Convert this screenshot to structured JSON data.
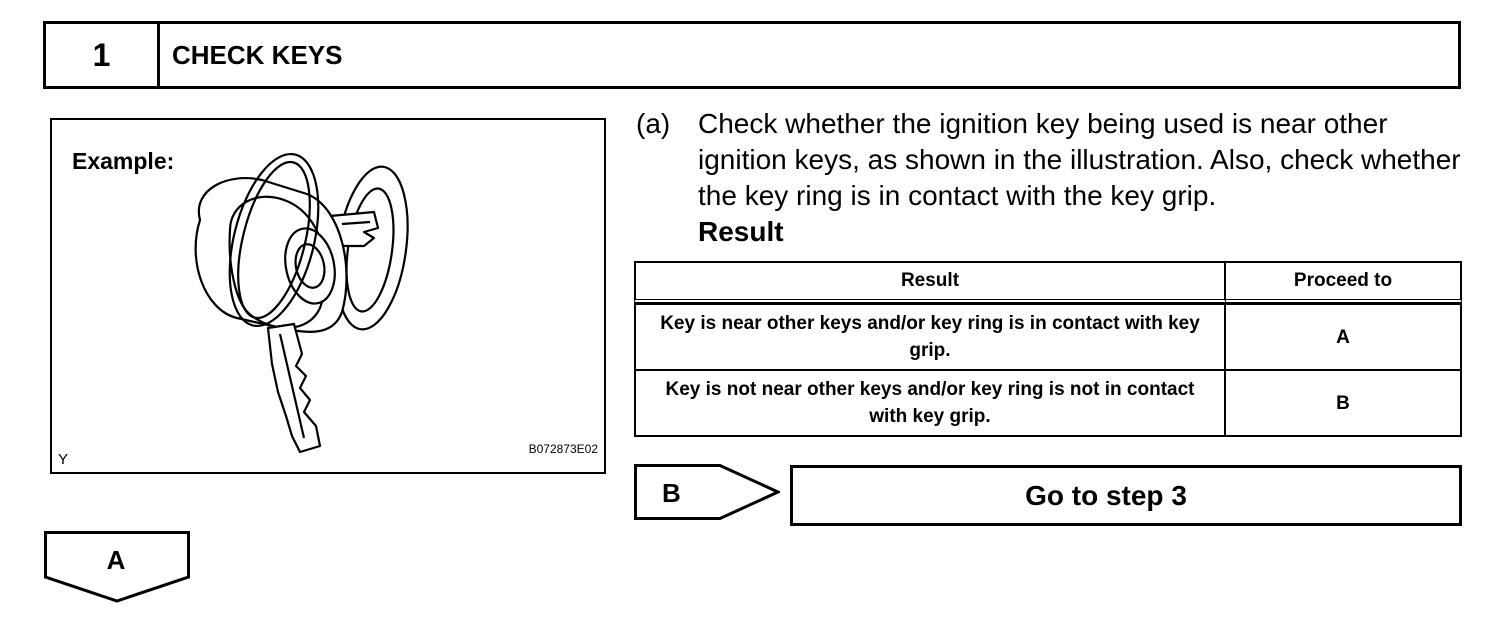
{
  "step": {
    "number": "1",
    "title": "CHECK KEYS"
  },
  "illustration": {
    "label": "Example:",
    "corner_letter": "Y",
    "code": "B072873E02"
  },
  "instruction": {
    "label": "(a)",
    "text": "Check whether the ignition key being used is near other ignition keys, as shown in the illustration. Also, check whether the key ring is in contact with the key grip.",
    "result_heading": "Result"
  },
  "result_table": {
    "headers": [
      "Result",
      "Proceed to"
    ],
    "rows": [
      {
        "result": "Key is near other keys and/or key ring is in contact with key grip.",
        "proceed": "A"
      },
      {
        "result": "Key is not near other keys and/or key ring is not in contact with key grip.",
        "proceed": "B"
      }
    ]
  },
  "branches": {
    "b_label": "B",
    "b_action": "Go to step 3",
    "a_label": "A"
  }
}
